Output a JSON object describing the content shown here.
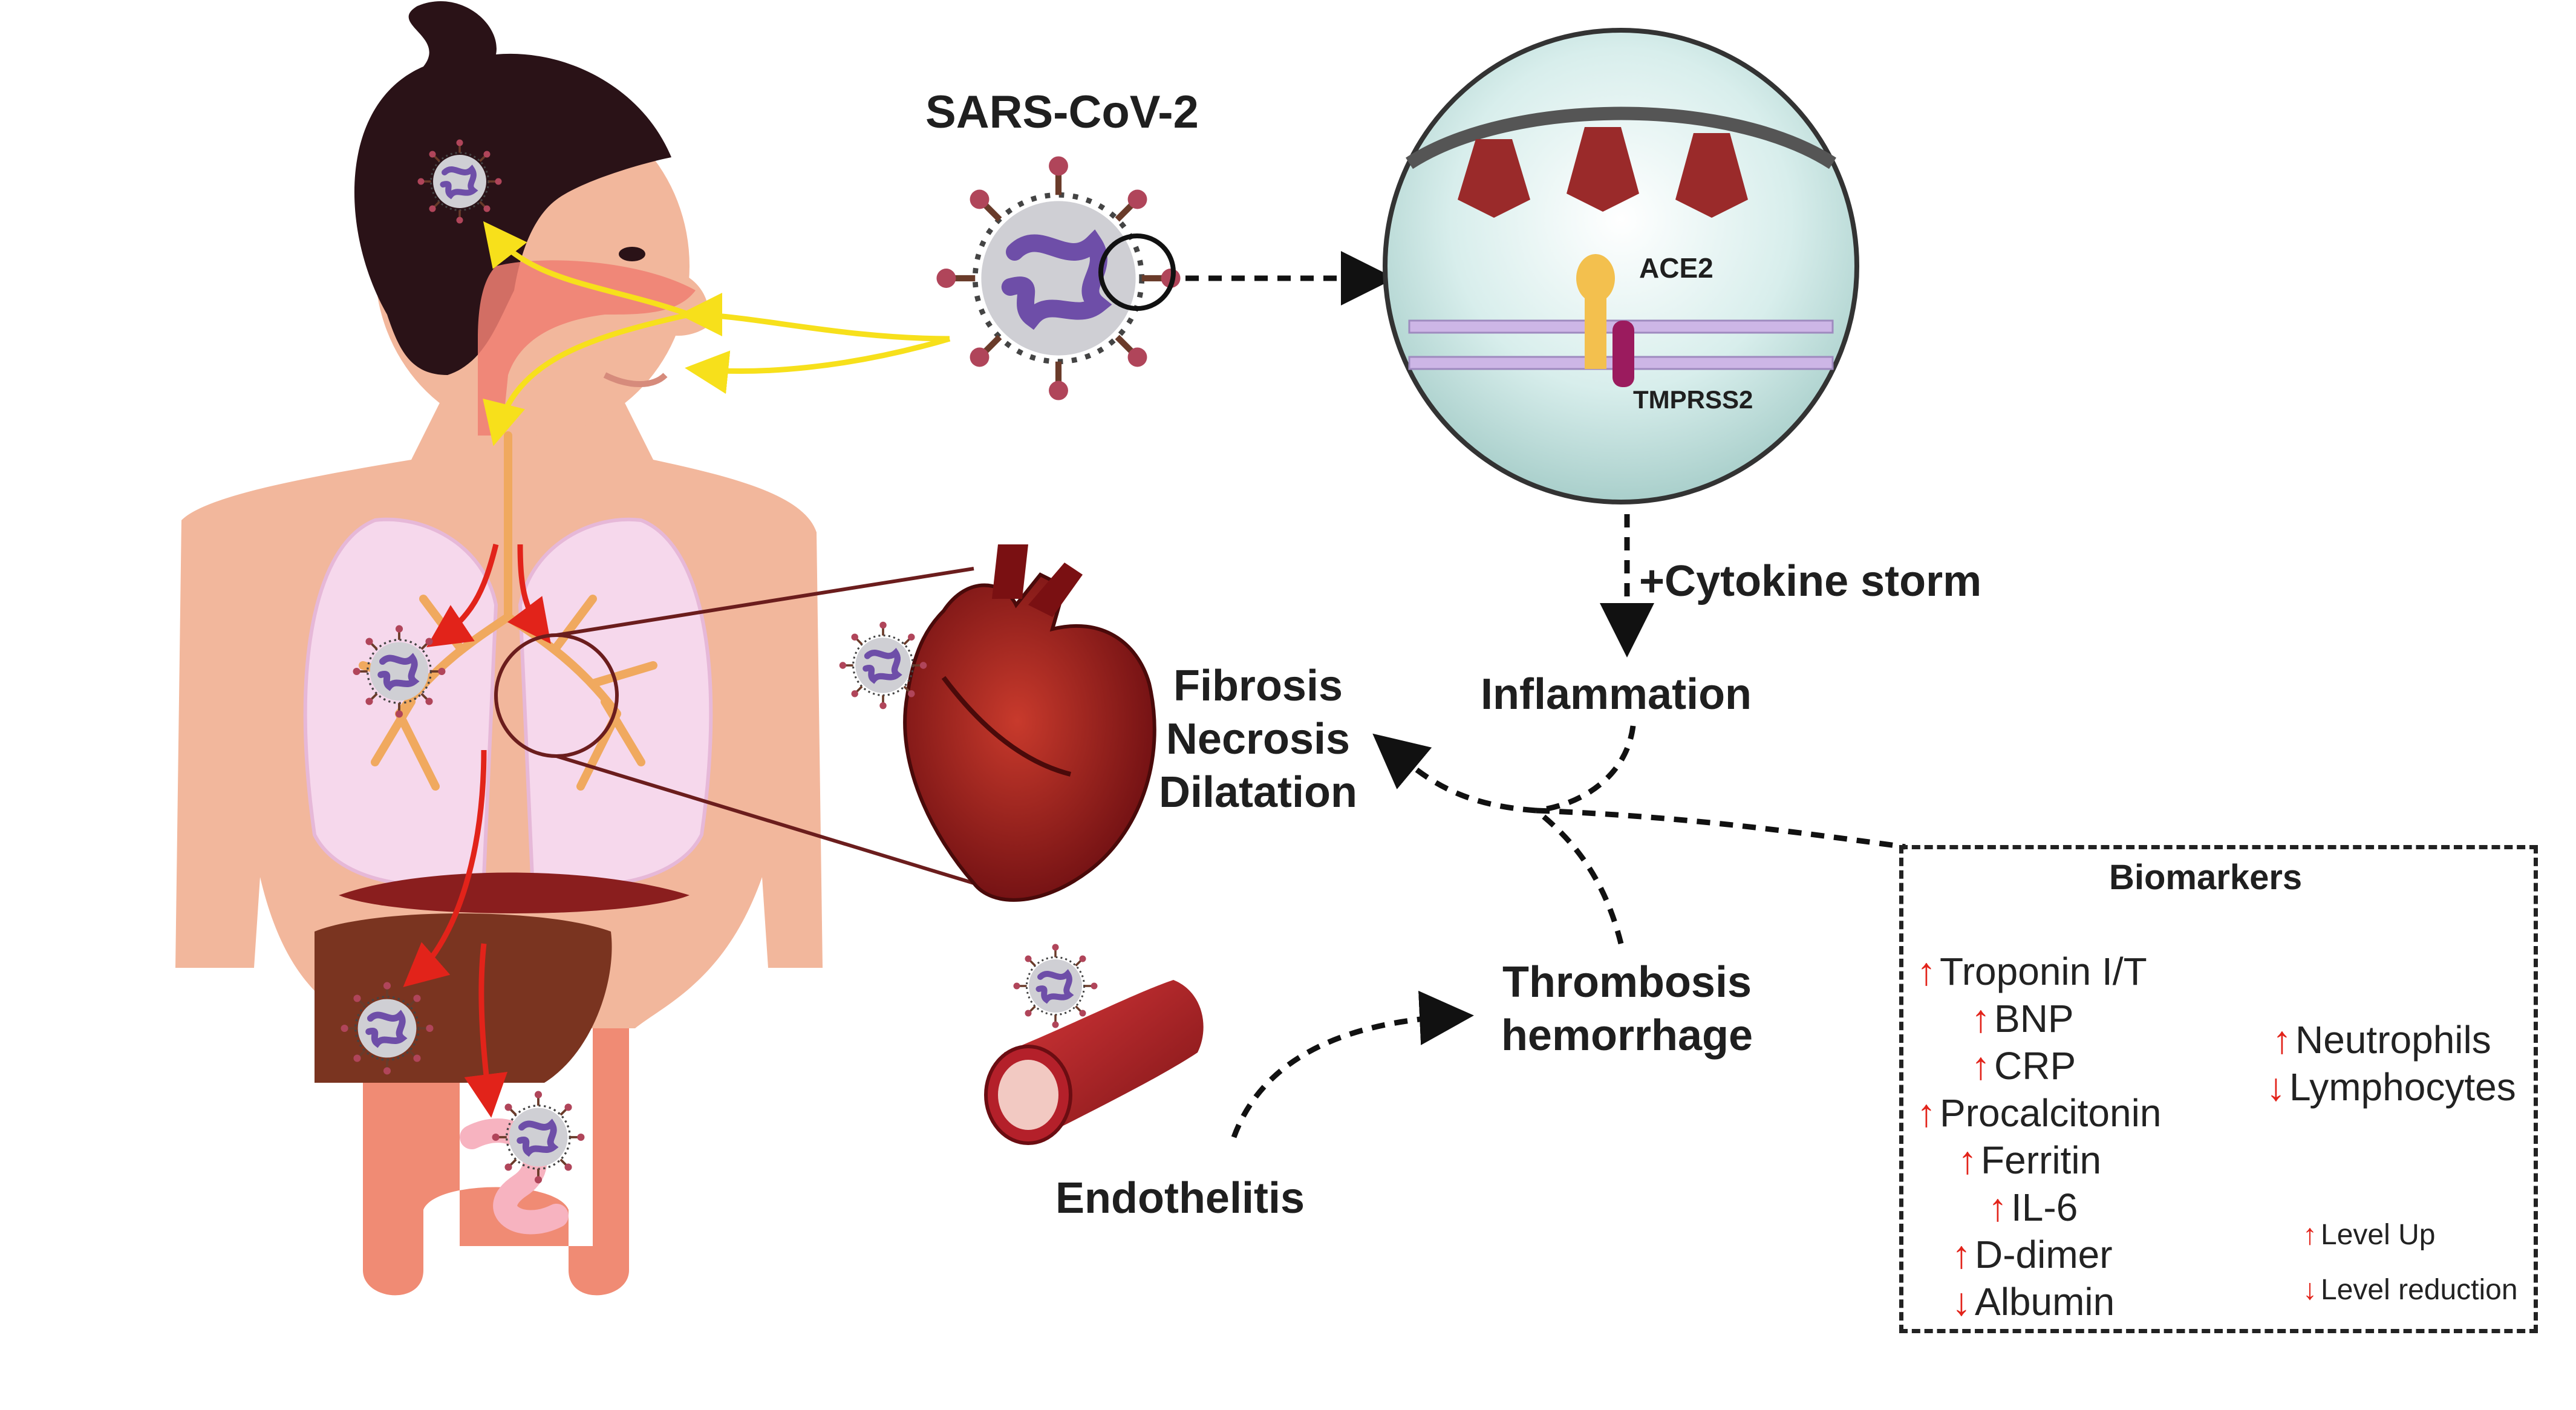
{
  "virus_label": "SARS-CoV-2",
  "receptors": {
    "ace2": "ACE2",
    "tmprss2": "TMPRSS2"
  },
  "cytokine_label": "+Cytokine storm",
  "inflammation_label": "Inflammation",
  "cardiac_effects": [
    "Fibrosis",
    "Necrosis",
    "Dilatation"
  ],
  "thrombosis": [
    "Thrombosis",
    "hemorrhage"
  ],
  "endothelitis_label": "Endothelitis",
  "biomarkers": {
    "title": "Biomarkers",
    "left": [
      {
        "arrow": "↑",
        "name": "Troponin I/T"
      },
      {
        "arrow": "↑",
        "name": "BNP"
      },
      {
        "arrow": "↑",
        "name": "CRP"
      },
      {
        "arrow": "↑",
        "name": "Procalcitonin"
      },
      {
        "arrow": "↑",
        "name": "Ferritin"
      },
      {
        "arrow": "↑",
        "name": "IL-6"
      },
      {
        "arrow": "↑",
        "name": "D-dimer"
      },
      {
        "arrow": "↓",
        "name": "Albumin"
      }
    ],
    "right": [
      {
        "arrow": "↑",
        "name": "Neutrophils"
      },
      {
        "arrow": "↓",
        "name": "Lymphocytes"
      }
    ],
    "legend": [
      {
        "arrow": "↑",
        "name": "Level Up"
      },
      {
        "arrow": "↓",
        "name": "Level reduction"
      }
    ]
  },
  "colors": {
    "arrow_red": "#e2231a",
    "arrow_yellow": "#f7e01b",
    "skin": "#f2b79c",
    "hair": "#2a1217",
    "lung": "#f6d8ec",
    "bronchi": "#f0a95f",
    "liver": "#7a3420",
    "intestine": "#f08b74",
    "heart": "#9e1d1d",
    "virus_body": "#bdbdbd",
    "virus_rna": "#6e4ea8",
    "spike": "#b0455a",
    "cell_bg": "#cfe8e5"
  }
}
